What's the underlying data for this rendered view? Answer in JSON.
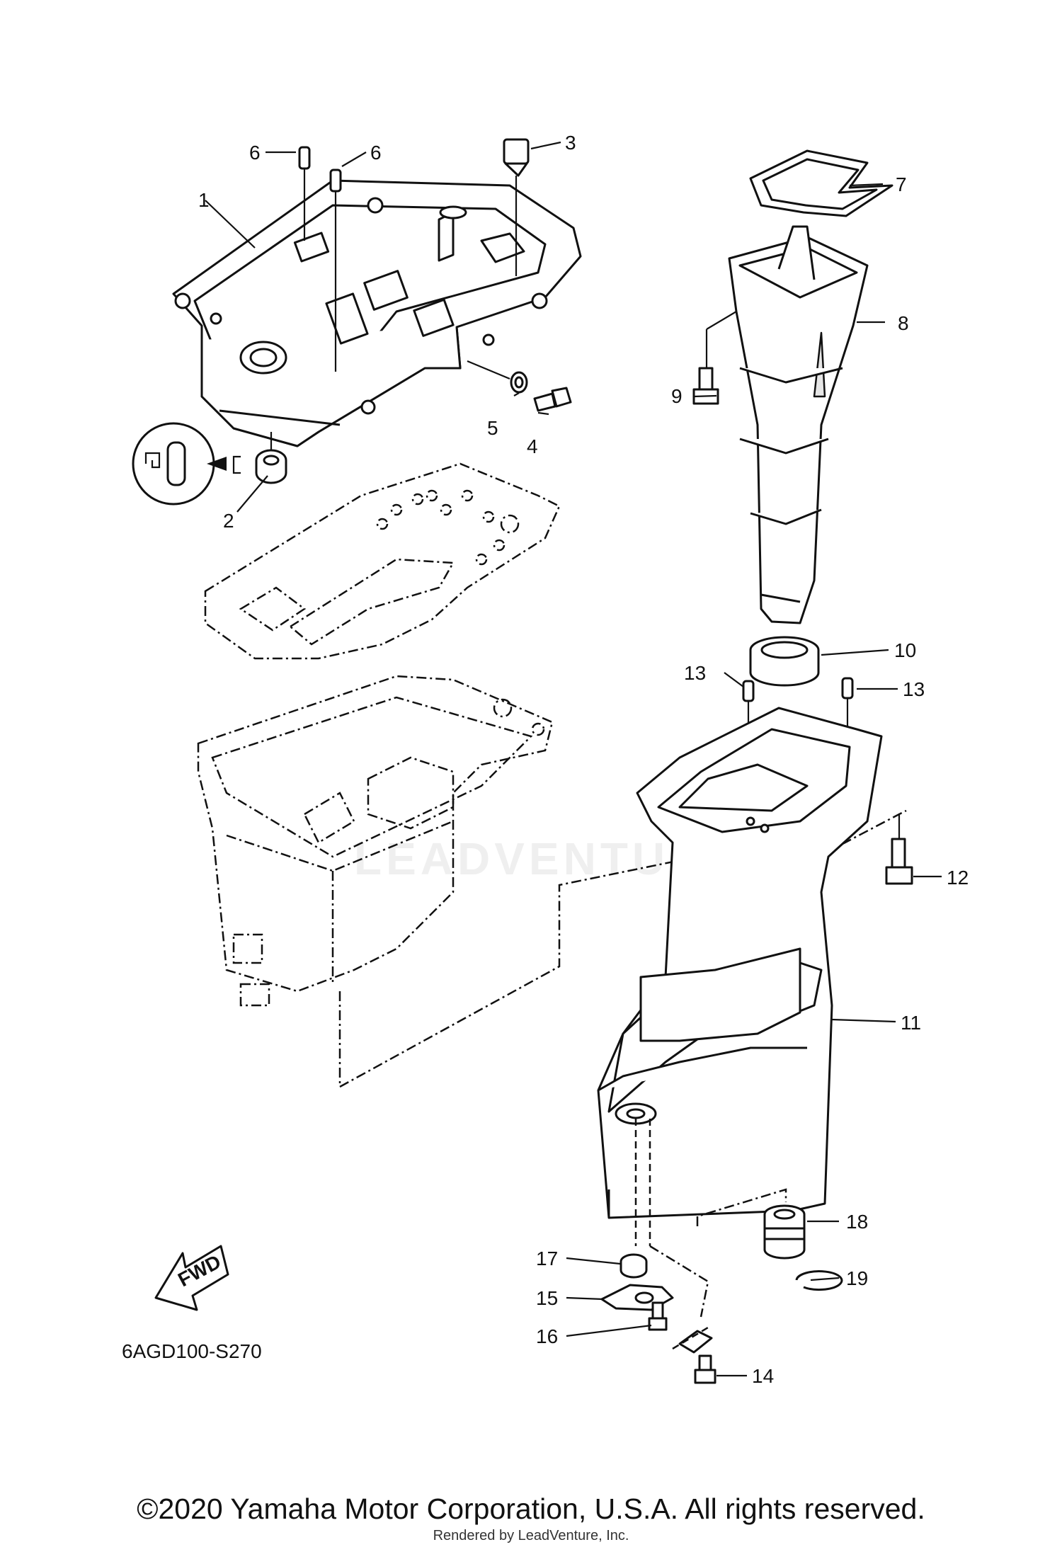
{
  "diagram_code": "6AGD100-S270",
  "fwd_label": "FWD",
  "callouts": [
    {
      "id": "p1",
      "text": "1"
    },
    {
      "id": "p2",
      "text": "2"
    },
    {
      "id": "p3",
      "text": "3"
    },
    {
      "id": "p4",
      "text": "4"
    },
    {
      "id": "p5",
      "text": "5"
    },
    {
      "id": "p6a",
      "text": "6"
    },
    {
      "id": "p6b",
      "text": "6"
    },
    {
      "id": "p7",
      "text": "7"
    },
    {
      "id": "p8",
      "text": "8"
    },
    {
      "id": "p9",
      "text": "9"
    },
    {
      "id": "p10",
      "text": "10"
    },
    {
      "id": "p11",
      "text": "11"
    },
    {
      "id": "p12",
      "text": "12"
    },
    {
      "id": "p13a",
      "text": "13"
    },
    {
      "id": "p13b",
      "text": "13"
    },
    {
      "id": "p14",
      "text": "14"
    },
    {
      "id": "p15",
      "text": "15"
    },
    {
      "id": "p16",
      "text": "16"
    },
    {
      "id": "p17",
      "text": "17"
    },
    {
      "id": "p18",
      "text": "18"
    },
    {
      "id": "p19",
      "text": "19"
    }
  ],
  "watermark": "LEADVENTURE",
  "copyright": "©2020 Yamaha Motor Corporation, U.S.A. All rights reserved.",
  "rendered_by": "Rendered by LeadVenture, Inc."
}
